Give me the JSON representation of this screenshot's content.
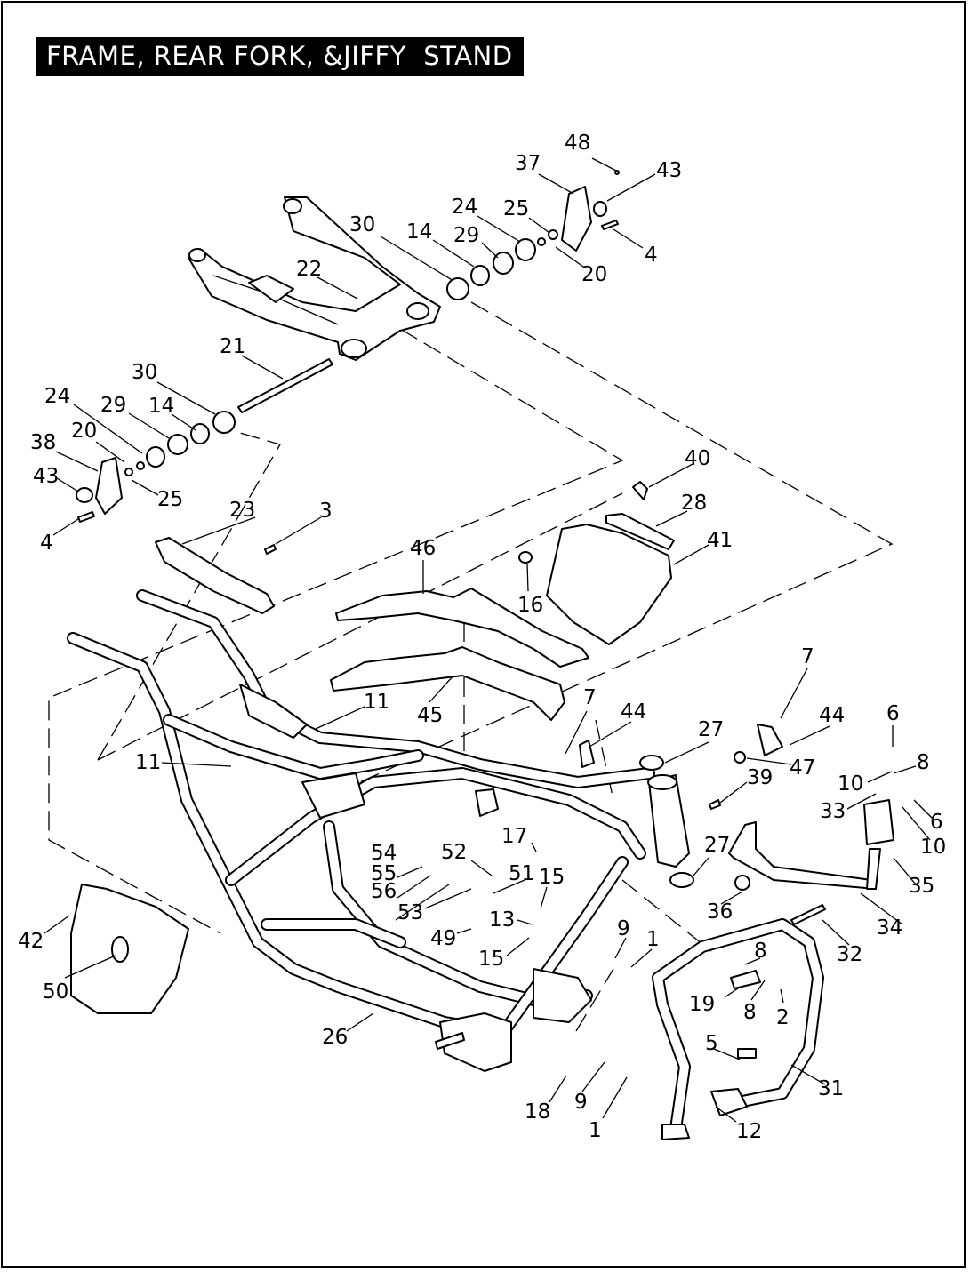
{
  "title": "FRAME, REAR FORK, &JIFFY  STAND",
  "callouts": [
    {
      "id": "c48",
      "text": "48"
    },
    {
      "id": "c37",
      "text": "37"
    },
    {
      "id": "c43a",
      "text": "43"
    },
    {
      "id": "c24a",
      "text": "24"
    },
    {
      "id": "c25a",
      "text": "25"
    },
    {
      "id": "c30a",
      "text": "30"
    },
    {
      "id": "c14a",
      "text": "14"
    },
    {
      "id": "c29a",
      "text": "29"
    },
    {
      "id": "c4a",
      "text": "4"
    },
    {
      "id": "c20a",
      "text": "20"
    },
    {
      "id": "c22",
      "text": "22"
    },
    {
      "id": "c21",
      "text": "21"
    },
    {
      "id": "c30b",
      "text": "30"
    },
    {
      "id": "c24b",
      "text": "24"
    },
    {
      "id": "c29b",
      "text": "29"
    },
    {
      "id": "c14b",
      "text": "14"
    },
    {
      "id": "c38",
      "text": "38"
    },
    {
      "id": "c20b",
      "text": "20"
    },
    {
      "id": "c43b",
      "text": "43"
    },
    {
      "id": "c25b",
      "text": "25"
    },
    {
      "id": "c4b",
      "text": "4"
    },
    {
      "id": "c40",
      "text": "40"
    },
    {
      "id": "c28",
      "text": "28"
    },
    {
      "id": "c23",
      "text": "23"
    },
    {
      "id": "c3",
      "text": "3"
    },
    {
      "id": "c46",
      "text": "46"
    },
    {
      "id": "c41",
      "text": "41"
    },
    {
      "id": "c16",
      "text": "16"
    },
    {
      "id": "c7a",
      "text": "7"
    },
    {
      "id": "c11a",
      "text": "11"
    },
    {
      "id": "c45",
      "text": "45"
    },
    {
      "id": "c7b",
      "text": "7"
    },
    {
      "id": "c44a",
      "text": "44"
    },
    {
      "id": "c44b",
      "text": "44"
    },
    {
      "id": "c6a",
      "text": "6"
    },
    {
      "id": "c27a",
      "text": "27"
    },
    {
      "id": "c8a",
      "text": "8"
    },
    {
      "id": "c11b",
      "text": "11"
    },
    {
      "id": "c47",
      "text": "47"
    },
    {
      "id": "c10a",
      "text": "10"
    },
    {
      "id": "c39",
      "text": "39"
    },
    {
      "id": "c33",
      "text": "33"
    },
    {
      "id": "c6b",
      "text": "6"
    },
    {
      "id": "c10b",
      "text": "10"
    },
    {
      "id": "c17",
      "text": "17"
    },
    {
      "id": "c27b",
      "text": "27"
    },
    {
      "id": "c54",
      "text": "54"
    },
    {
      "id": "c52",
      "text": "52"
    },
    {
      "id": "c55",
      "text": "55"
    },
    {
      "id": "c51",
      "text": "51"
    },
    {
      "id": "c15a",
      "text": "15"
    },
    {
      "id": "c35",
      "text": "35"
    },
    {
      "id": "c56",
      "text": "56"
    },
    {
      "id": "c36",
      "text": "36"
    },
    {
      "id": "c53",
      "text": "53"
    },
    {
      "id": "c13",
      "text": "13"
    },
    {
      "id": "c34",
      "text": "34"
    },
    {
      "id": "c9a",
      "text": "9"
    },
    {
      "id": "c42",
      "text": "42"
    },
    {
      "id": "c49",
      "text": "49"
    },
    {
      "id": "c1a",
      "text": "1"
    },
    {
      "id": "c15b",
      "text": "15"
    },
    {
      "id": "c8b",
      "text": "8"
    },
    {
      "id": "c32",
      "text": "32"
    },
    {
      "id": "c50",
      "text": "50"
    },
    {
      "id": "c19",
      "text": "19"
    },
    {
      "id": "c8c",
      "text": "8"
    },
    {
      "id": "c2",
      "text": "2"
    },
    {
      "id": "c26",
      "text": "26"
    },
    {
      "id": "c5",
      "text": "5"
    },
    {
      "id": "c31",
      "text": "31"
    },
    {
      "id": "c18",
      "text": "18"
    },
    {
      "id": "c9b",
      "text": "9"
    },
    {
      "id": "c12",
      "text": "12"
    },
    {
      "id": "c1b",
      "text": "1"
    }
  ]
}
